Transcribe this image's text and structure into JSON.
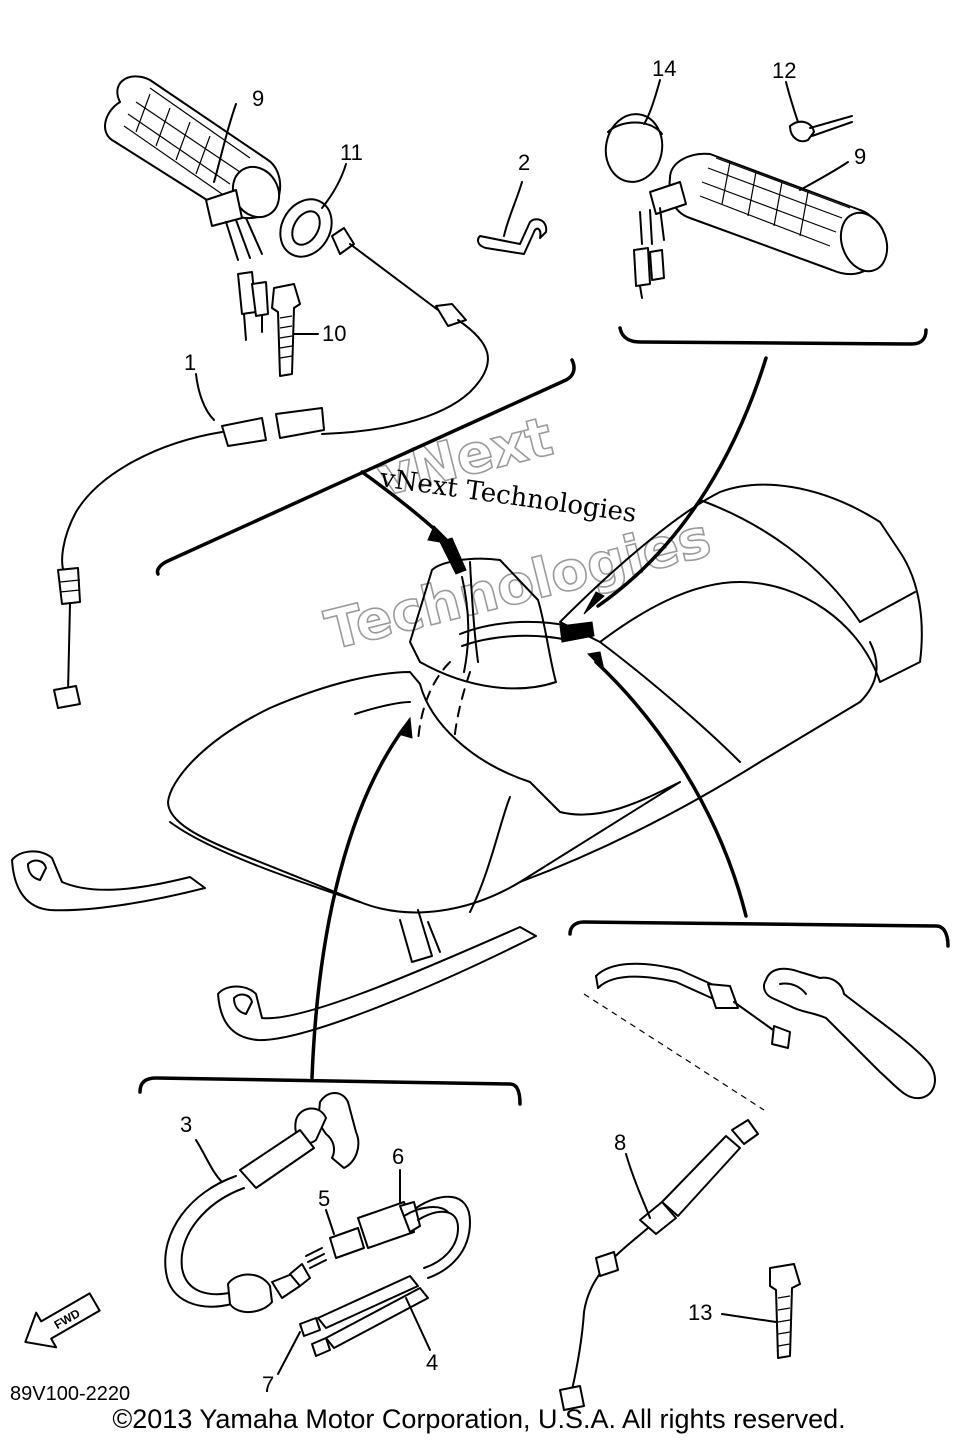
{
  "callouts": {
    "c1": "1",
    "c2": "2",
    "c3": "3",
    "c4": "4",
    "c5": "5",
    "c6": "6",
    "c7": "7",
    "c8": "8",
    "c9_left": "9",
    "c9_right": "9",
    "c10": "10",
    "c11": "11",
    "c12": "12",
    "c13": "13",
    "c14": "14"
  },
  "diagram_code": "89V100-2220",
  "fwd_label": "FWD",
  "watermark": {
    "line1": "vNext Technologies",
    "line2": "vNext",
    "line3": "Technologies"
  },
  "copyright": "©2013 Yamaha Motor Corporation, U.S.A. All rights reserved."
}
